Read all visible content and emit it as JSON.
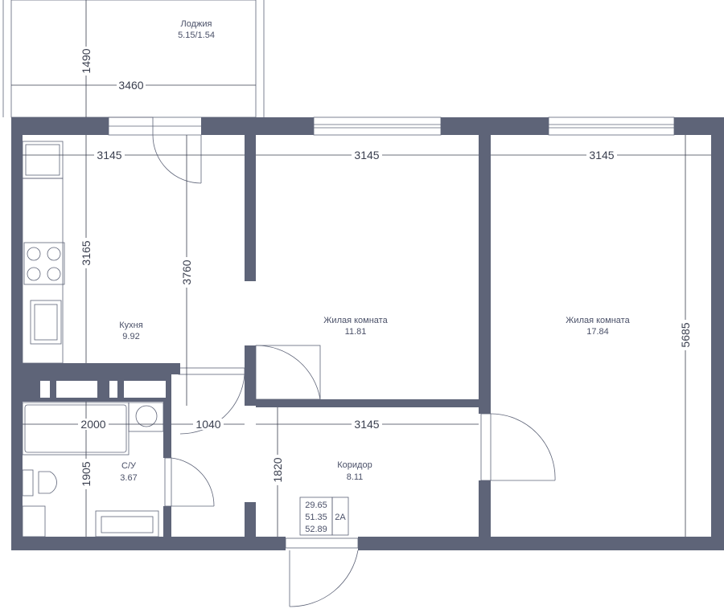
{
  "rooms": {
    "loggia": {
      "name": "Лоджия",
      "area": "5.15/1.54"
    },
    "kitchen": {
      "name": "Кухня",
      "area": "9.92"
    },
    "living1": {
      "name": "Жилая комната",
      "area": "11.81"
    },
    "living2": {
      "name": "Жилая комната",
      "area": "17.84"
    },
    "bathroom": {
      "name": "С/У",
      "area": "3.67"
    },
    "corridor": {
      "name": "Коридор",
      "area": "8.11"
    }
  },
  "dimensions": {
    "loggia_depth": "1490",
    "loggia_width": "3460",
    "kitchen_width": "3145",
    "room1_width": "3145",
    "room2_width": "3145",
    "kitchen_depth": "3165",
    "passage_depth": "3760",
    "room2_depth": "5685",
    "bath_width": "2000",
    "passage_width": "1040",
    "corridor_width": "3145",
    "bath_depth": "1905",
    "corridor_depth": "1820"
  },
  "summary": {
    "living_area": "29.65",
    "total_area": "51.35",
    "total_with_loggia": "52.89",
    "type": "2A"
  },
  "colors": {
    "wall": "#5e6478"
  }
}
